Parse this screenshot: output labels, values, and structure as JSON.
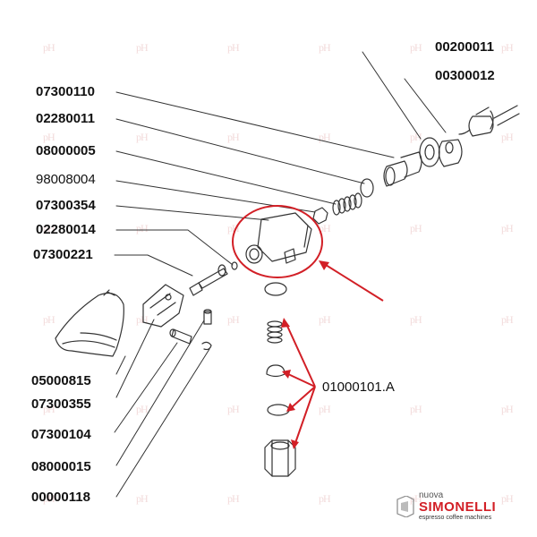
{
  "parts": {
    "p00200011": "00200011",
    "p00300012": "00300012",
    "p07300110": "07300110",
    "p02280011": "02280011",
    "p08000005": "08000005",
    "p98008004": "98008004",
    "p07300354": "07300354",
    "p02280014": "02280014",
    "p07300221": "07300221",
    "p05000815": "05000815",
    "p07300355": "07300355",
    "p07300104": "07300104",
    "p08000015": "08000015",
    "p00000118": "00000118",
    "p01000101A": "01000101.A"
  },
  "brand": {
    "prefix": "nuova",
    "name": "SIMONELLI",
    "tagline": "espresso coffee machines"
  },
  "colors": {
    "accent_red": "#d21f26",
    "line": "#333333",
    "watermark": "#e8bcbc"
  },
  "watermark_text": "pH"
}
